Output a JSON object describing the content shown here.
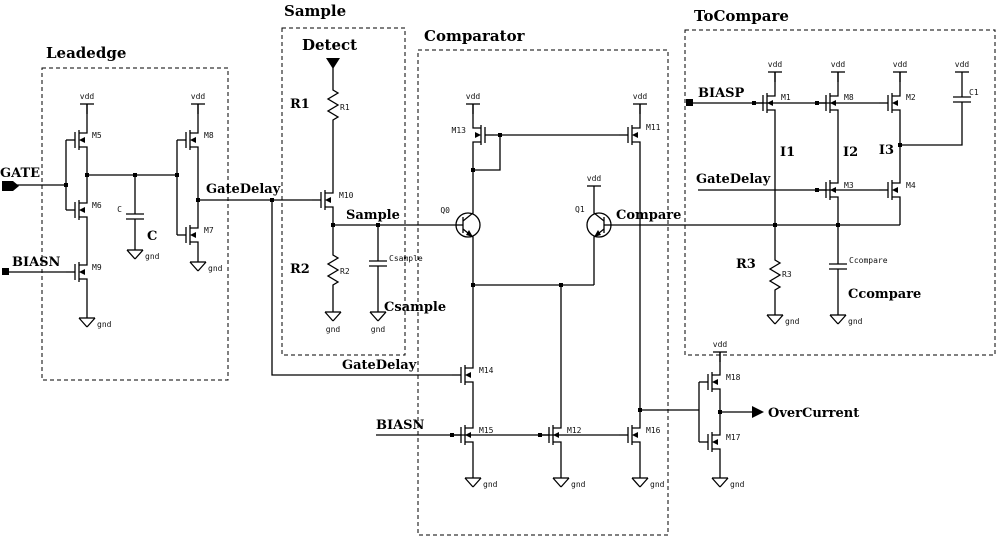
{
  "colors": {
    "ink": "#000000",
    "background": "#ffffff"
  },
  "blocks": {
    "leadedge": "Leadedge",
    "sample": "Sample",
    "detect": "Detect",
    "comparator": "Comparator",
    "tocompare": "ToCompare"
  },
  "signals": {
    "gate": "GATE",
    "biasn": "BIASN",
    "biasp": "BIASP",
    "gatedelay": "GateDelay",
    "sample": "Sample",
    "compare": "Compare",
    "overcurrent": "OverCurrent",
    "i1": "I1",
    "i2": "I2",
    "i3": "I3"
  },
  "rails": {
    "vdd": "vdd",
    "gnd": "gnd"
  },
  "components": {
    "M1": "M1",
    "M2": "M2",
    "M3": "M3",
    "M4": "M4",
    "M5": "M5",
    "M6": "M6",
    "M7": "M7",
    "M8": "M8",
    "M9": "M9",
    "M10": "M10",
    "M11": "M11",
    "M12": "M12",
    "M13": "M13",
    "M14": "M14",
    "M15": "M15",
    "M16": "M16",
    "M17": "M17",
    "M18": "M18",
    "Q0": "Q0",
    "Q1": "Q1",
    "R1": "R1",
    "R2": "R2",
    "R3": "R3",
    "C": "C",
    "C1": "C1",
    "Csample": "Csample",
    "Ccompare": "Ccompare"
  }
}
